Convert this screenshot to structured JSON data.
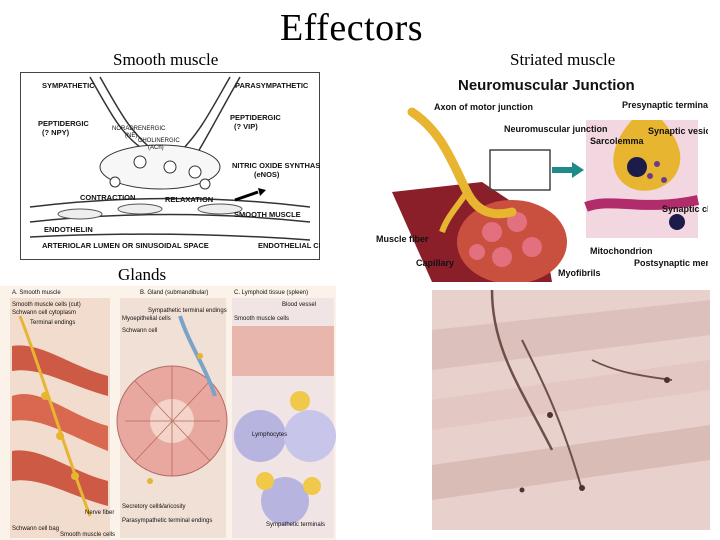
{
  "slide": {
    "title": "Effectors",
    "labels": {
      "smooth_muscle": "Smooth muscle",
      "striated_muscle": "Striated muscle",
      "glands": "Glands"
    }
  },
  "smooth_muscle_diagram": {
    "texts": {
      "sympathetic": "SYMPATHETIC",
      "parasympathetic": "PARASYMPATHETIC",
      "peptidergic_left": "PEPTIDERGIC",
      "npy": "(? NPY)",
      "peptidergic_right": "PEPTIDERGIC",
      "vip": "(? VIP)",
      "noradrenergic": "NORADRENERGIC",
      "ne": "(NE)",
      "cholinergic": "CHOLINERGIC",
      "ach": "(ACh)",
      "nitric_oxide": "NITRIC OXIDE SYNTHASE",
      "enos": "(eNOS)",
      "contraction": "CONTRACTION",
      "relaxation": "RELAXATION",
      "smooth_muscle": "SMOOTH MUSCLE",
      "endothelin": "ENDOTHELIN",
      "endothelial_cell": "ENDOTHELIAL CELL",
      "lumen": "ARTERIOLAR LUMEN OR SINUSOIDAL SPACE"
    }
  },
  "nmj_diagram": {
    "title": "Neuromuscular Junction",
    "labels": {
      "axon": "Axon of motor junction",
      "nmj": "Neuromuscular junction",
      "presynaptic": "Presynaptic terminal",
      "sarcolemma": "Sarcolemma",
      "vesicles": "Synaptic vesicles",
      "cleft": "Synaptic cleft",
      "muscle_fiber": "Muscle fiber",
      "capillary": "Capillary",
      "mitochondrion": "Mitochondrion",
      "myofibrils": "Myofibrils",
      "postsynaptic": "Postsynaptic membrane"
    }
  },
  "glands_figure": {
    "panel_a": "A. Smooth muscle",
    "panel_b": "B. Gland (submandibular)",
    "panel_c": "C. Lymphoid tissue (spleen)",
    "labels": {
      "a1": "Smooth muscle cells (cut)",
      "a2": "Schwann cell cytoplasm",
      "a3": "Terminal endings",
      "a4": "Nerve fiber",
      "a5": "Schwann cell bag",
      "a6": "Smooth muscle cells",
      "b1": "Sympathetic terminal endings",
      "b2": "Myoepithelial cells",
      "b3": "Schwann cell",
      "b4": "Secretory cells",
      "b5": "Varicosity",
      "b6": "Parasympathetic terminal endings",
      "c1": "Blood vessel",
      "c2": "Smooth muscle cells",
      "c3": "Lymphocytes",
      "c4": "Sympathetic terminals"
    }
  },
  "colors": {
    "background": "#ffffff",
    "muscle_red": "#c9503f",
    "nerve_yellow": "#e8b530",
    "histology_pink": "#e8d0cc"
  }
}
